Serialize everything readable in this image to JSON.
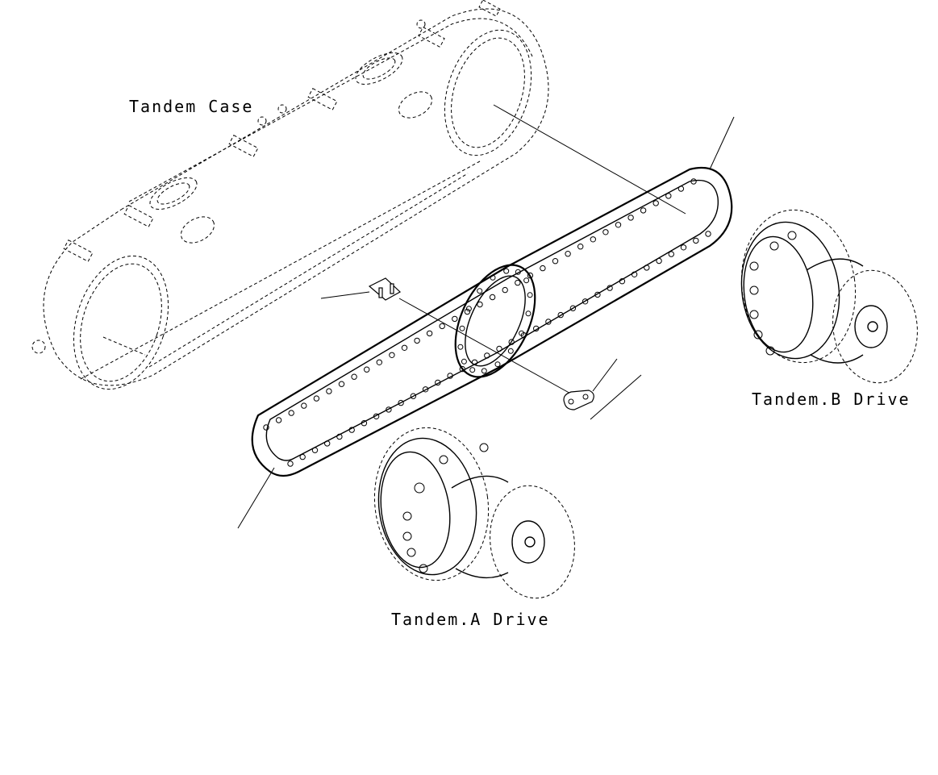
{
  "labels": {
    "tandem_case": "Tandem Case",
    "tandem_b_drive": "Tandem.B Drive",
    "tandem_a_drive": "Tandem.A Drive"
  },
  "colors": {
    "line": "#000000",
    "background": "#ffffff"
  }
}
